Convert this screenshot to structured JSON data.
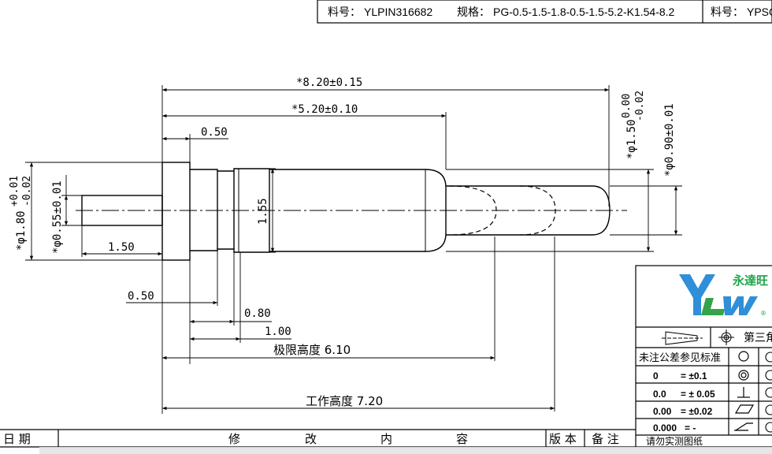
{
  "header": {
    "part_no_label": "料号：",
    "part_no_value": "YLPIN316682",
    "spec_label": "规格：",
    "spec_value": "PG-0.5-1.5-1.8-0.5-1.5-5.2-K1.54-8.2",
    "part_no_label_2": "料号：",
    "part_no_value_2": "YPSO"
  },
  "dimensions": {
    "total_length": "*8.20±0.15",
    "barrel_length": "*5.20±0.10",
    "flange_width": "0.50",
    "flange_dia_main": "*φ1.80",
    "flange_dia_tol_upper": "+0.01",
    "flange_dia_tol_lower": "-0.02",
    "tail_dia": "*φ0.55±0.01",
    "tail_length": "1.50",
    "body_dia": "1.55",
    "barrel_dia_main": "*φ1.50",
    "barrel_dia_tol_upper": "0.00",
    "barrel_dia_tol_lower": "-0.02",
    "plunger_dia": "*φ0.90±0.01",
    "groove_offset": "0.50",
    "groove_width": "0.80",
    "groove_end": "1.00",
    "limit_height": "极限高度 6.10",
    "working_height": "工作高度 7.20"
  },
  "title_block": {
    "logo_text": "永達旺",
    "logo_letters": "YLW",
    "projection_label": "第三角",
    "tolerance_heading": "未注公差参见标准",
    "tolerance_rows": [
      {
        "precision": "0",
        "tolerance": "= ±0.1"
      },
      {
        "precision": "0.0",
        "tolerance": "= ± 0.05"
      },
      {
        "precision": "0.00",
        "tolerance": "= ±0.02"
      },
      {
        "precision": "0.000",
        "tolerance": "= -"
      }
    ],
    "notice": "请勿实测图纸"
  },
  "revision_bar": {
    "date": "日  期",
    "modify": "修",
    "change": "改",
    "inner": "内",
    "content": "容",
    "version": "版 本",
    "remarks": "备 注"
  }
}
